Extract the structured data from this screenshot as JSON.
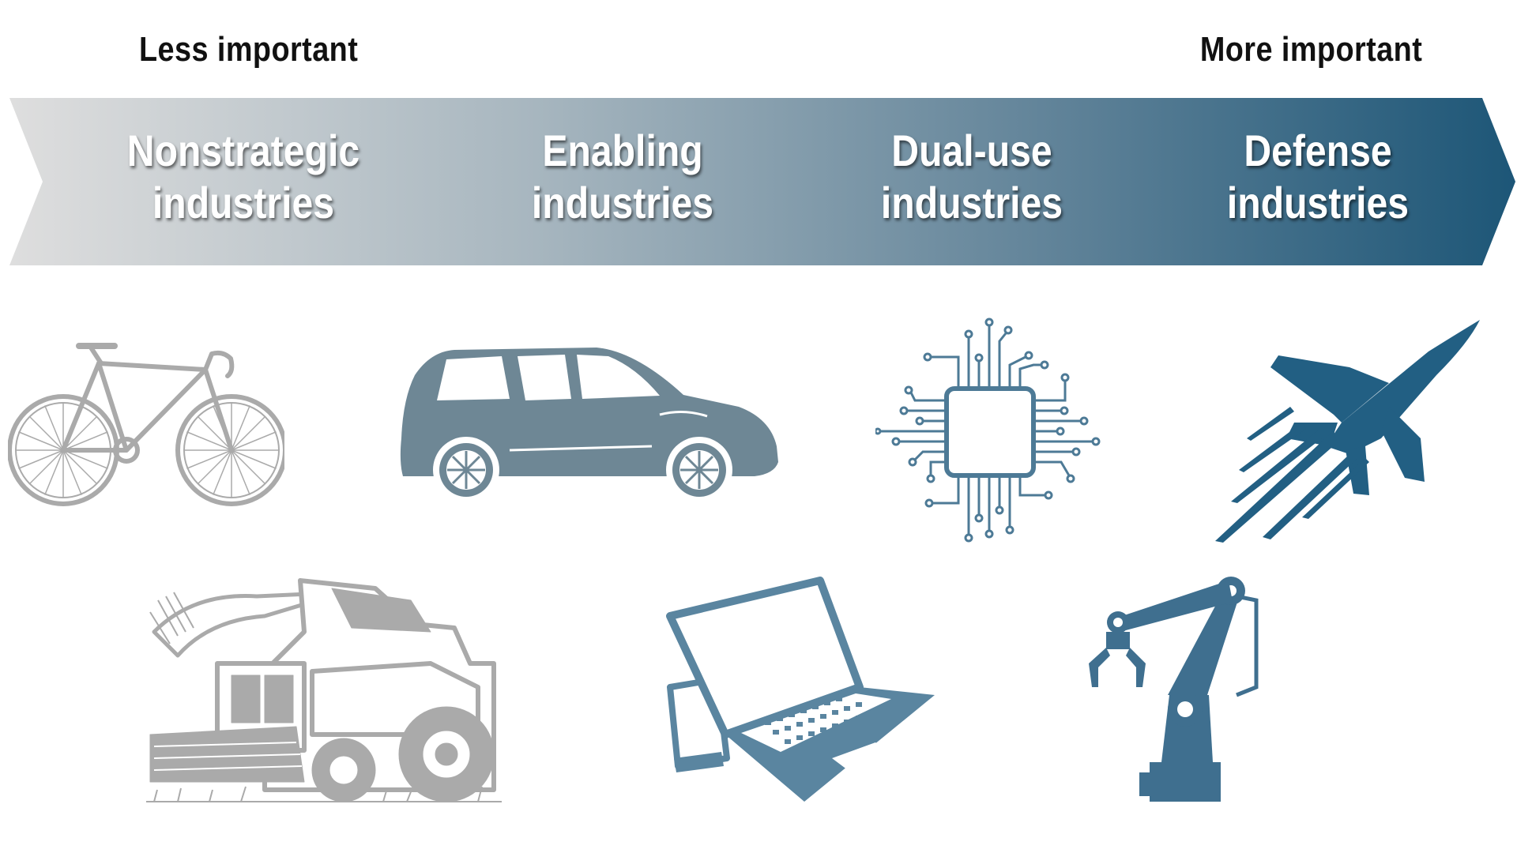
{
  "labels": {
    "less_important": "Less important",
    "more_important": "More important"
  },
  "categories": [
    {
      "line1": "Nonstrategic",
      "line2": "industries",
      "icons": [
        "bicycle-icon",
        "combine-harvester-icon"
      ]
    },
    {
      "line1": "Enabling",
      "line2": "industries",
      "icons": [
        "suv-car-icon",
        "laptop-phone-icon"
      ]
    },
    {
      "line1": "Dual-use",
      "line2": "industries",
      "icons": [
        "microchip-icon",
        "robotic-arm-icon"
      ]
    },
    {
      "line1": "Defense",
      "line2": "industries",
      "icons": [
        "fighter-jet-icon"
      ]
    }
  ],
  "colors": {
    "gradient_start": "#dcdcdc",
    "gradient_mid": "#8fa3b0",
    "gradient_end": "#1f5878",
    "nonstrategic_icon": "#aaaaaa",
    "enabling_icon": "#6e8795",
    "dualuse_icon": "#4d7a96",
    "defense_icon": "#225f83"
  }
}
